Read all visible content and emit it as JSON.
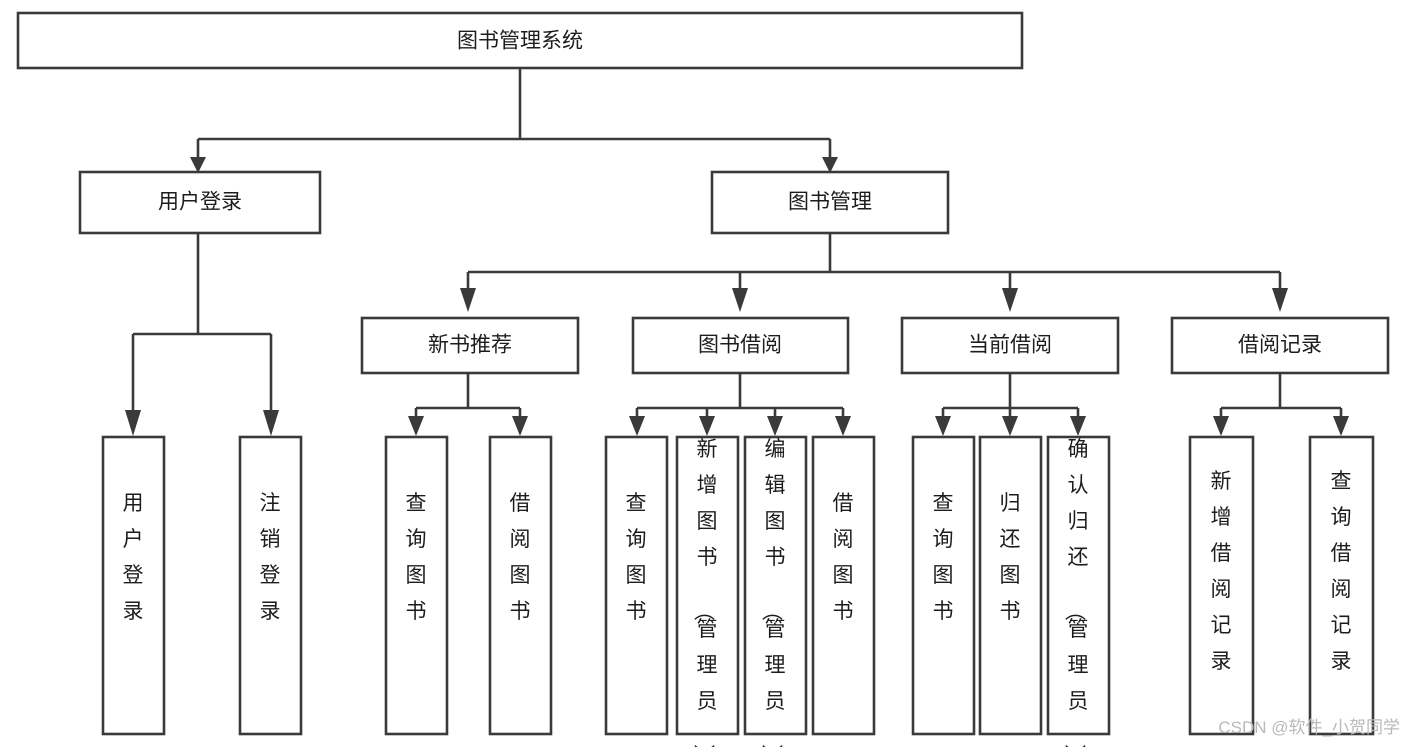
{
  "diagram": {
    "title": "图书管理系统",
    "type": "tree-hierarchy",
    "root": {
      "id": "root",
      "label": "图书管理系统"
    },
    "level2": [
      {
        "id": "user-login",
        "label": "用户登录"
      },
      {
        "id": "book-manage",
        "label": "图书管理"
      }
    ],
    "level3": [
      {
        "id": "new-book-rec",
        "label": "新书推荐",
        "parent": "book-manage"
      },
      {
        "id": "book-borrow",
        "label": "图书借阅",
        "parent": "book-manage"
      },
      {
        "id": "current-borrow",
        "label": "当前借阅",
        "parent": "book-manage"
      },
      {
        "id": "borrow-record",
        "label": "借阅记录",
        "parent": "book-manage"
      }
    ],
    "leaves": {
      "user-login": [
        {
          "id": "leaf-user-login",
          "label": "用户登录"
        },
        {
          "id": "leaf-user-logout",
          "label": "注销登录"
        }
      ],
      "new-book-rec": [
        {
          "id": "leaf-query-book-1",
          "label": "查询图书"
        },
        {
          "id": "leaf-borrow-book-1",
          "label": "借阅图书"
        }
      ],
      "book-borrow": [
        {
          "id": "leaf-query-book-2",
          "label": "查询图书"
        },
        {
          "id": "leaf-add-book",
          "label": "新增图书（管理员）"
        },
        {
          "id": "leaf-edit-book",
          "label": "编辑图书（管理员）"
        },
        {
          "id": "leaf-borrow-book-2",
          "label": "借阅图书"
        }
      ],
      "current-borrow": [
        {
          "id": "leaf-query-book-3",
          "label": "查询图书"
        },
        {
          "id": "leaf-return-book",
          "label": "归还图书"
        },
        {
          "id": "leaf-confirm-return",
          "label": "确认归还（管理员）"
        }
      ],
      "borrow-record": [
        {
          "id": "leaf-add-record",
          "label": "新增借阅记录"
        },
        {
          "id": "leaf-query-record",
          "label": "查询借阅记录"
        }
      ]
    }
  },
  "watermark": {
    "text": "CSDN @软件_小贺同学"
  },
  "colors": {
    "stroke": "#3a3a3a",
    "fill": "#ffffff",
    "text": "#1d1d1d",
    "watermark": "#b9b9b9"
  }
}
